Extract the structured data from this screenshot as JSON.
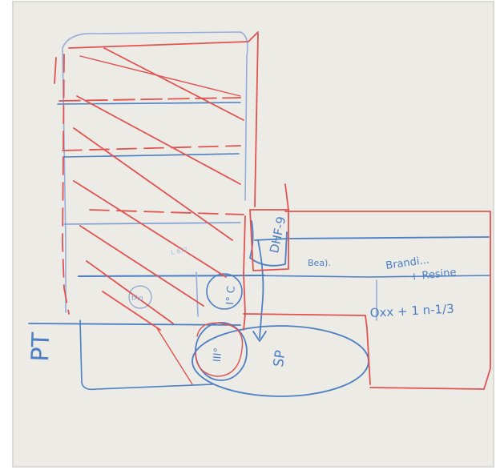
{
  "colors": {
    "paper": "#ecebe6",
    "paper_edge": "#d9d8d3",
    "frame": "#ffffff",
    "red_ink": "#e05350",
    "blue_ink": "#4d7fc3"
  },
  "annotations": {
    "label_pt": "PT",
    "label_dhf": "DHF-9",
    "label_bead": "Bea).",
    "label_brand_line1": "Brandi...",
    "label_brand_line2": "+ Resine",
    "label_dimensions": "Oxx + 1 n-1/3",
    "label_ie": "I° C",
    "label_iii": "III°",
    "label_circle_small": "fAo",
    "label_room_small": "L 6??",
    "label_sp": "SP"
  }
}
